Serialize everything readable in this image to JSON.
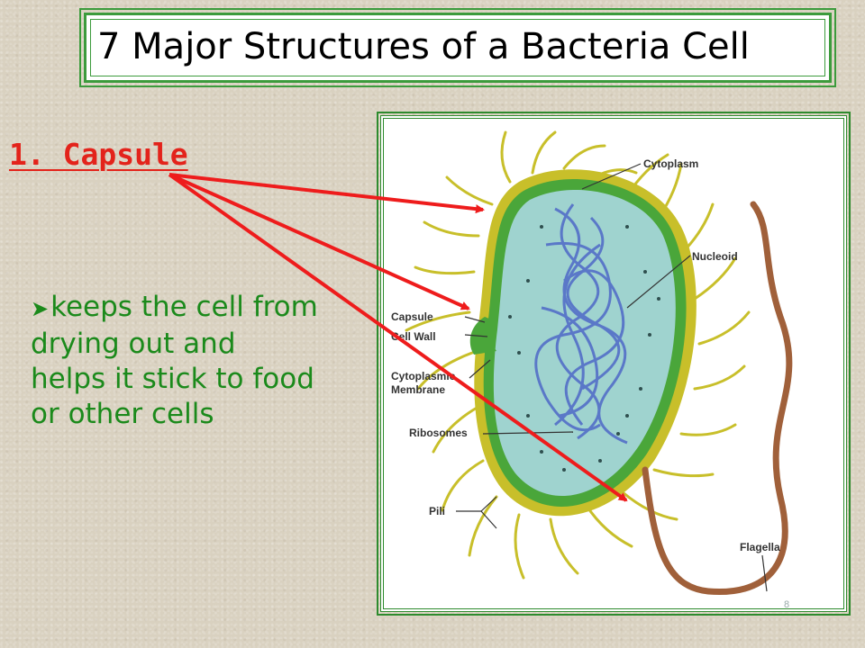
{
  "slide": {
    "title": "7 Major Structures of a Bacteria Cell",
    "heading": "1. Capsule",
    "description": "keeps the cell from drying out and helps it stick to food or other cells",
    "bullet_icon": "arrow-bullet-icon",
    "page_number": "8"
  },
  "diagram": {
    "labels": {
      "cytoplasm": "Cytoplasm",
      "nucleoid": "Nucleoid",
      "capsule": "Capsule",
      "cell_wall": "Cell Wall",
      "cytoplasmic_membrane_1": "Cytoplasmic",
      "cytoplasmic_membrane_2": "Membrane",
      "ribosomes": "Ribosomes",
      "pili": "Pili",
      "flagella": "Flagella"
    }
  },
  "colors": {
    "heading": "#e3231b",
    "description": "#1b8a1b",
    "frame": "#3c9b3c",
    "arrow": "#ee1c1c",
    "capsule": "#c8bf2a",
    "cell_wall": "#4aa63a",
    "cytoplasm": "#9fd3cf",
    "nucleoid": "#5a78c8",
    "flagella": "#a0603a"
  }
}
